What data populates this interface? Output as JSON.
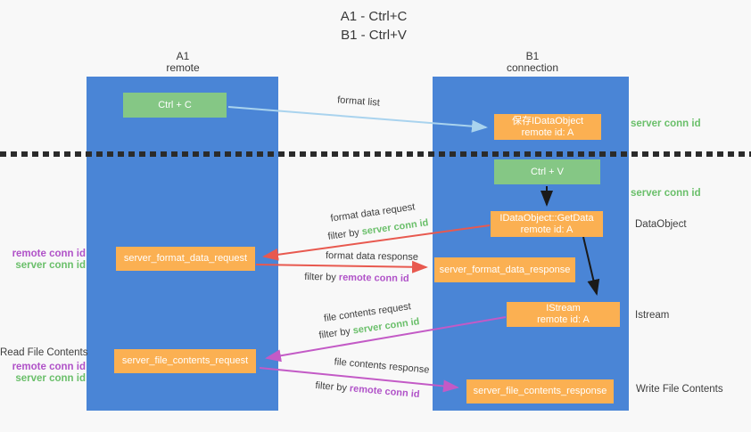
{
  "title": {
    "line1": "A1 - Ctrl+C",
    "line2": "B1 - Ctrl+V"
  },
  "columns": {
    "left": {
      "name": "A1",
      "role": "remote"
    },
    "right": {
      "name": "B1",
      "role": "connection"
    }
  },
  "boxes": {
    "ctrl_c": {
      "label": "Ctrl + C"
    },
    "save_idataobject": {
      "line1": "保存IDataObject",
      "line2": "remote id: A"
    },
    "ctrl_v": {
      "label": "Ctrl + V"
    },
    "getdata": {
      "line1": "IDataObject::GetData",
      "line2": "remote id: A"
    },
    "format_request": {
      "label": "server_format_data_request"
    },
    "format_response": {
      "label": "server_format_data_response"
    },
    "istream": {
      "line1": "IStream",
      "line2": "remote id: A"
    },
    "file_request": {
      "label": "server_file_contents_request"
    },
    "file_response": {
      "label": "server_file_contents_response"
    }
  },
  "arrow_labels": {
    "format_list": "format list",
    "format_data_request": "format data request",
    "format_data_response": "format data response",
    "file_contents_request": "file contents request",
    "file_contents_response": "file contents response",
    "filter_by": "filter by ",
    "server_conn_id": "server conn id",
    "remote_conn_id": "remote conn id"
  },
  "side_labels": {
    "server_conn_id": "server conn id",
    "remote_conn_id": "remote conn id",
    "dataobject": "DataObject",
    "istream": "Istream",
    "read_file_contents": "Read File Contents",
    "write_file_contents": "Write File Contents"
  },
  "colors": {
    "lane_blue": "#4a85d6",
    "box_green": "#85c785",
    "box_orange": "#fbb052",
    "arrow_light_blue": "#a9d3ee",
    "arrow_red": "#e8594f",
    "arrow_magenta": "#c35ac6",
    "arrow_black": "#1a1a1a",
    "text_green": "#6abf6a",
    "text_purple": "#b052c8",
    "text_dark": "#3d3d3d"
  }
}
